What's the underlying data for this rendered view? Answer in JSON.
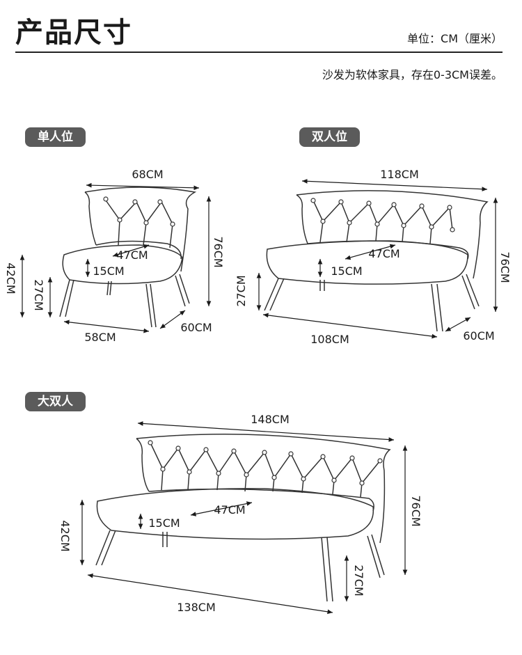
{
  "header": {
    "title": "产品尺寸",
    "unit": "单位：CM（厘米）",
    "note": "沙发为软体家具，存在0-3CM误差。"
  },
  "single": {
    "tag": "单人位",
    "width_top": "68CM",
    "height": "76CM",
    "seat_height": "42CM",
    "leg_height": "27CM",
    "seat_depth": "47CM",
    "cushion": "15CM",
    "width_bottom": "58CM",
    "depth": "60CM"
  },
  "double": {
    "tag": "双人位",
    "width_top": "118CM",
    "height": "76CM",
    "leg_height": "27CM",
    "seat_depth": "47CM",
    "cushion": "15CM",
    "width_bottom": "108CM",
    "depth": "60CM"
  },
  "large": {
    "tag": "大双人",
    "width_top": "148CM",
    "height": "76CM",
    "seat_height": "42CM",
    "leg_height": "27CM",
    "seat_depth": "47CM",
    "cushion": "15CM",
    "width_bottom": "138CM"
  }
}
